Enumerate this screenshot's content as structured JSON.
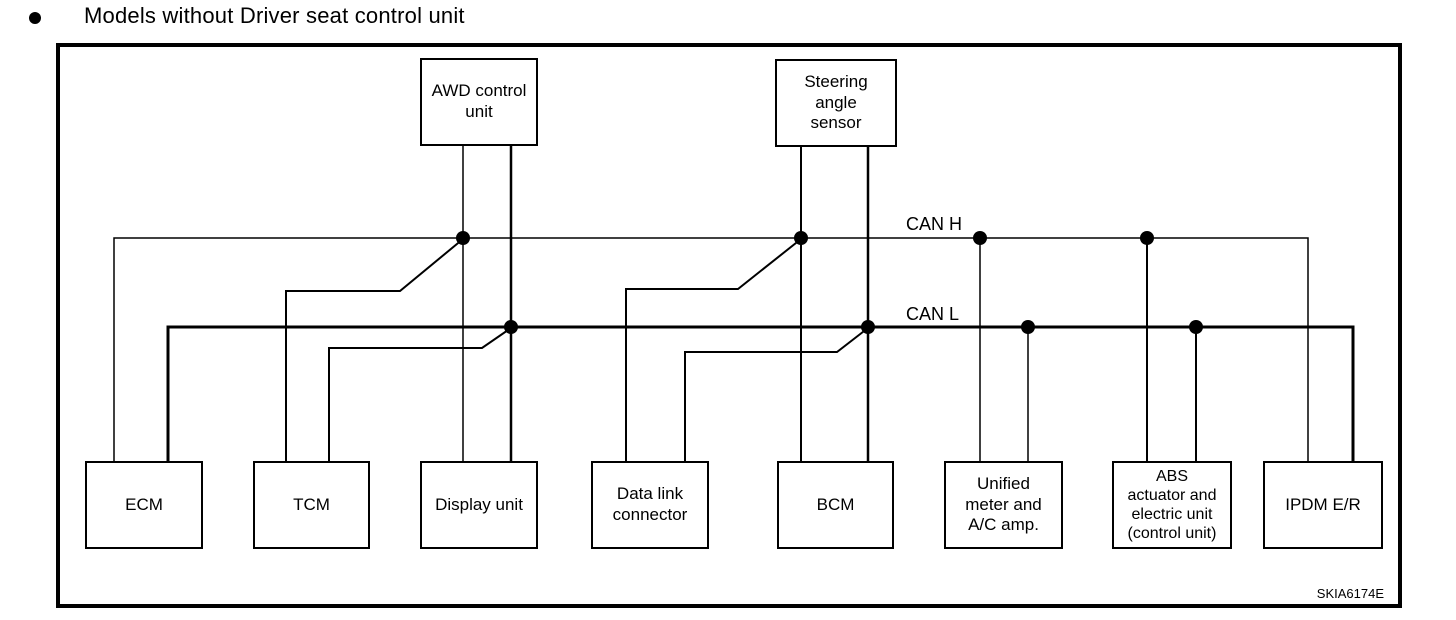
{
  "page": {
    "title": "Models without Driver seat control unit"
  },
  "diagram": {
    "type": "CAN communication wiring diagram",
    "can_h_label": "CAN H",
    "can_l_label": "CAN L",
    "figure_id": "SKIA6174E",
    "line_color": "#000000",
    "top_nodes": [
      {
        "id": "awd-control-unit",
        "label": "AWD control\nunit"
      },
      {
        "id": "steering-angle-sensor",
        "label": "Steering\nangle\nsensor"
      }
    ],
    "bottom_nodes": [
      {
        "id": "ecm",
        "label": "ECM"
      },
      {
        "id": "tcm",
        "label": "TCM"
      },
      {
        "id": "display-unit",
        "label": "Display unit"
      },
      {
        "id": "data-link-connector",
        "label": "Data link\nconnector"
      },
      {
        "id": "bcm",
        "label": "BCM"
      },
      {
        "id": "unified-meter-ac-amp",
        "label": "Unified\nmeter and\nA/C amp."
      },
      {
        "id": "abs-actuator",
        "label": "ABS\nactuator and\nelectric unit\n(control unit)"
      },
      {
        "id": "ipdm-er",
        "label": "IPDM E/R"
      }
    ]
  }
}
